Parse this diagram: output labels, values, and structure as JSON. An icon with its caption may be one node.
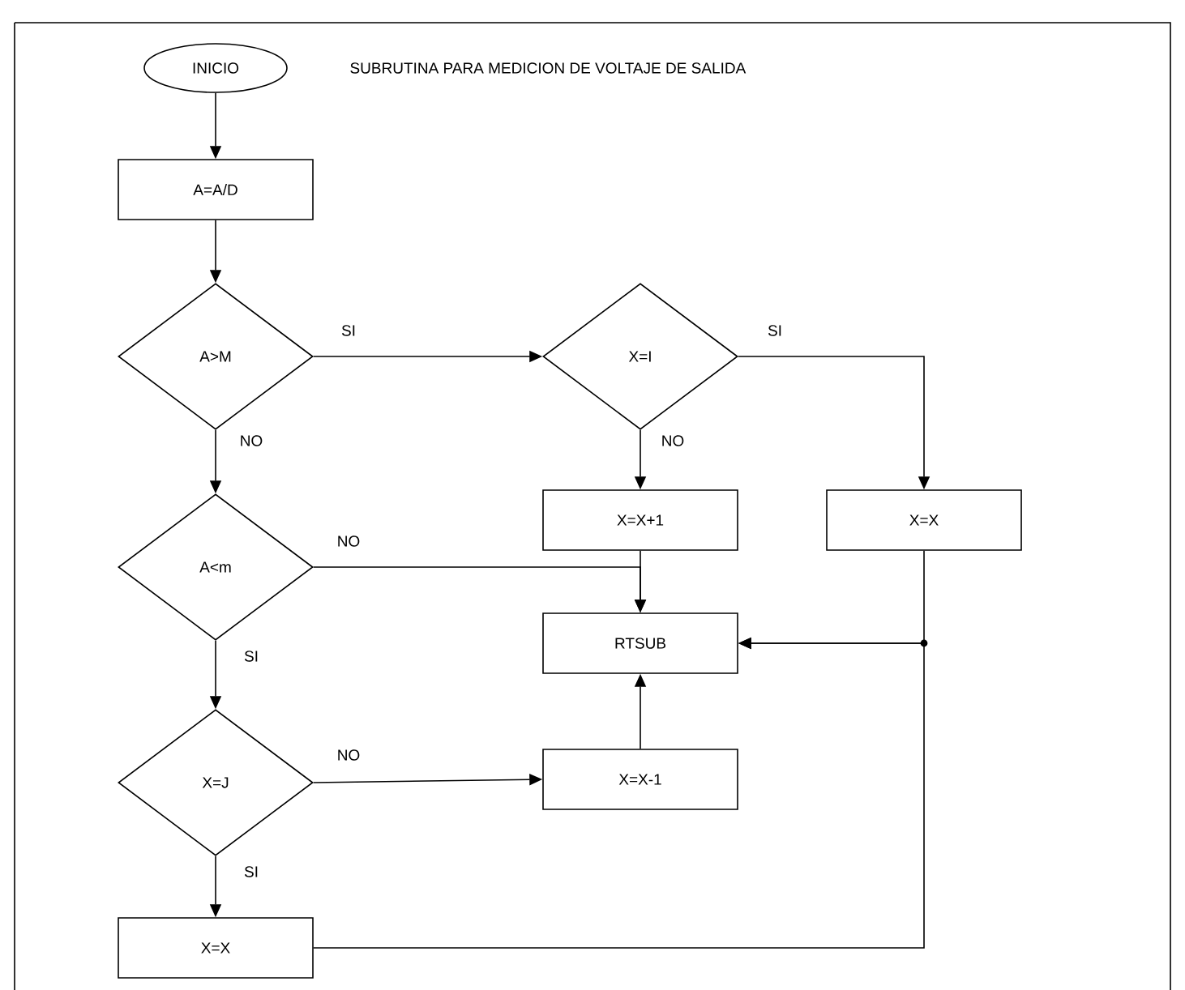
{
  "diagram": {
    "title": "SUBRUTINA PARA MEDICION DE VOLTAJE DE SALIDA",
    "nodes": [
      {
        "text": [
          "INICIO"
        ]
      },
      {
        "text": [
          "A=A/D"
        ]
      },
      {
        "text": [
          "A>M"
        ]
      },
      {
        "text": [
          "X=I"
        ]
      },
      {
        "text": [
          "A<m"
        ]
      },
      {
        "text": [
          "X=X+1"
        ]
      },
      {
        "text": [
          "X=X"
        ]
      },
      {
        "text": [
          "RTSUB"
        ]
      },
      {
        "text": [
          "X=J"
        ]
      },
      {
        "text": [
          "X=X-1"
        ]
      },
      {
        "text": [
          "X=X"
        ]
      }
    ],
    "edges": [
      {
        "from": 0,
        "to": 1,
        "arrow": "to"
      },
      {
        "from": 1,
        "to": 2,
        "arrow": "to"
      },
      {
        "from": 2,
        "to": 3,
        "arrow": "to",
        "label": "SI"
      },
      {
        "from": 2,
        "to": 4,
        "arrow": "to",
        "label": "NO"
      },
      {
        "from": 3,
        "to": 6,
        "arrow": "to",
        "label": "SI"
      },
      {
        "from": 3,
        "to": 5,
        "arrow": "to",
        "label": "NO"
      },
      {
        "from": 4,
        "to": 7,
        "arrow": "to",
        "label": "NO"
      },
      {
        "from": 5,
        "to": 7,
        "arrow": "to"
      },
      {
        "from": 4,
        "to": 8,
        "arrow": "to",
        "label": "SI"
      },
      {
        "from": 8,
        "to": 9,
        "arrow": "to",
        "label": "NO"
      },
      {
        "from": 9,
        "to": 7,
        "arrow": "to"
      },
      {
        "from": 6,
        "to": 7,
        "arrow": "to"
      },
      {
        "from": 10,
        "to": 7,
        "arrow": "to"
      },
      {
        "from": 8,
        "to": 10,
        "arrow": "to",
        "label": "SI"
      }
    ]
  }
}
